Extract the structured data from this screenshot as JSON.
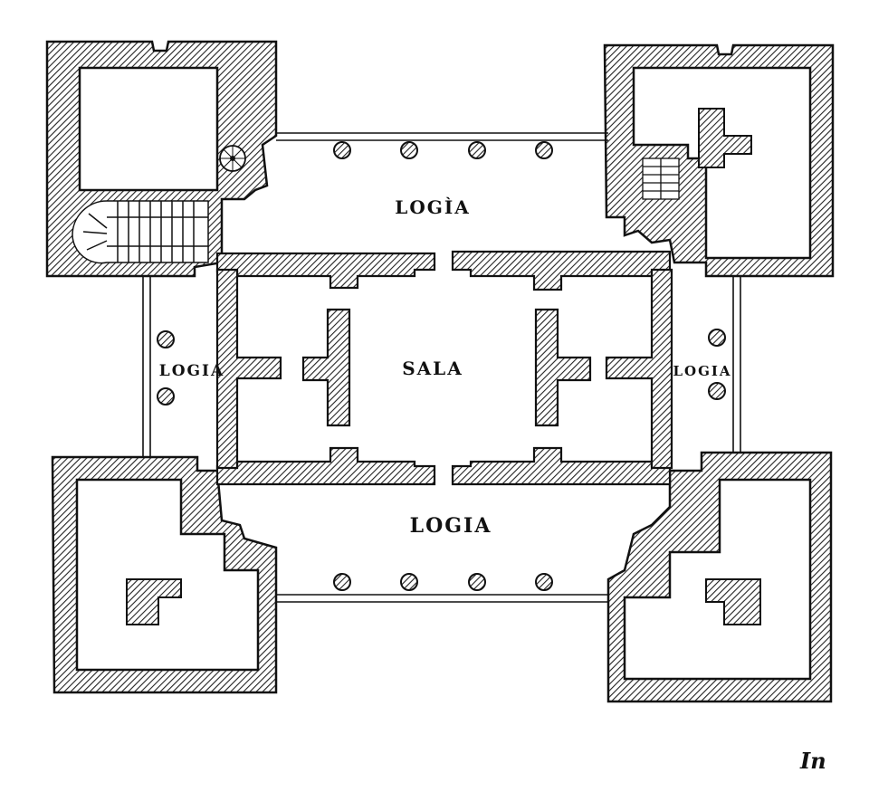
{
  "plan": {
    "labels": {
      "logia_top": "LOGÌA",
      "sala": "SALA",
      "logia_left": "LOGIA",
      "logia_right": "LOGIA",
      "logia_bottom": "LOGIA"
    },
    "page_mark": "In"
  },
  "colors": {
    "ink": "#222222",
    "paper": "#ffffff"
  }
}
